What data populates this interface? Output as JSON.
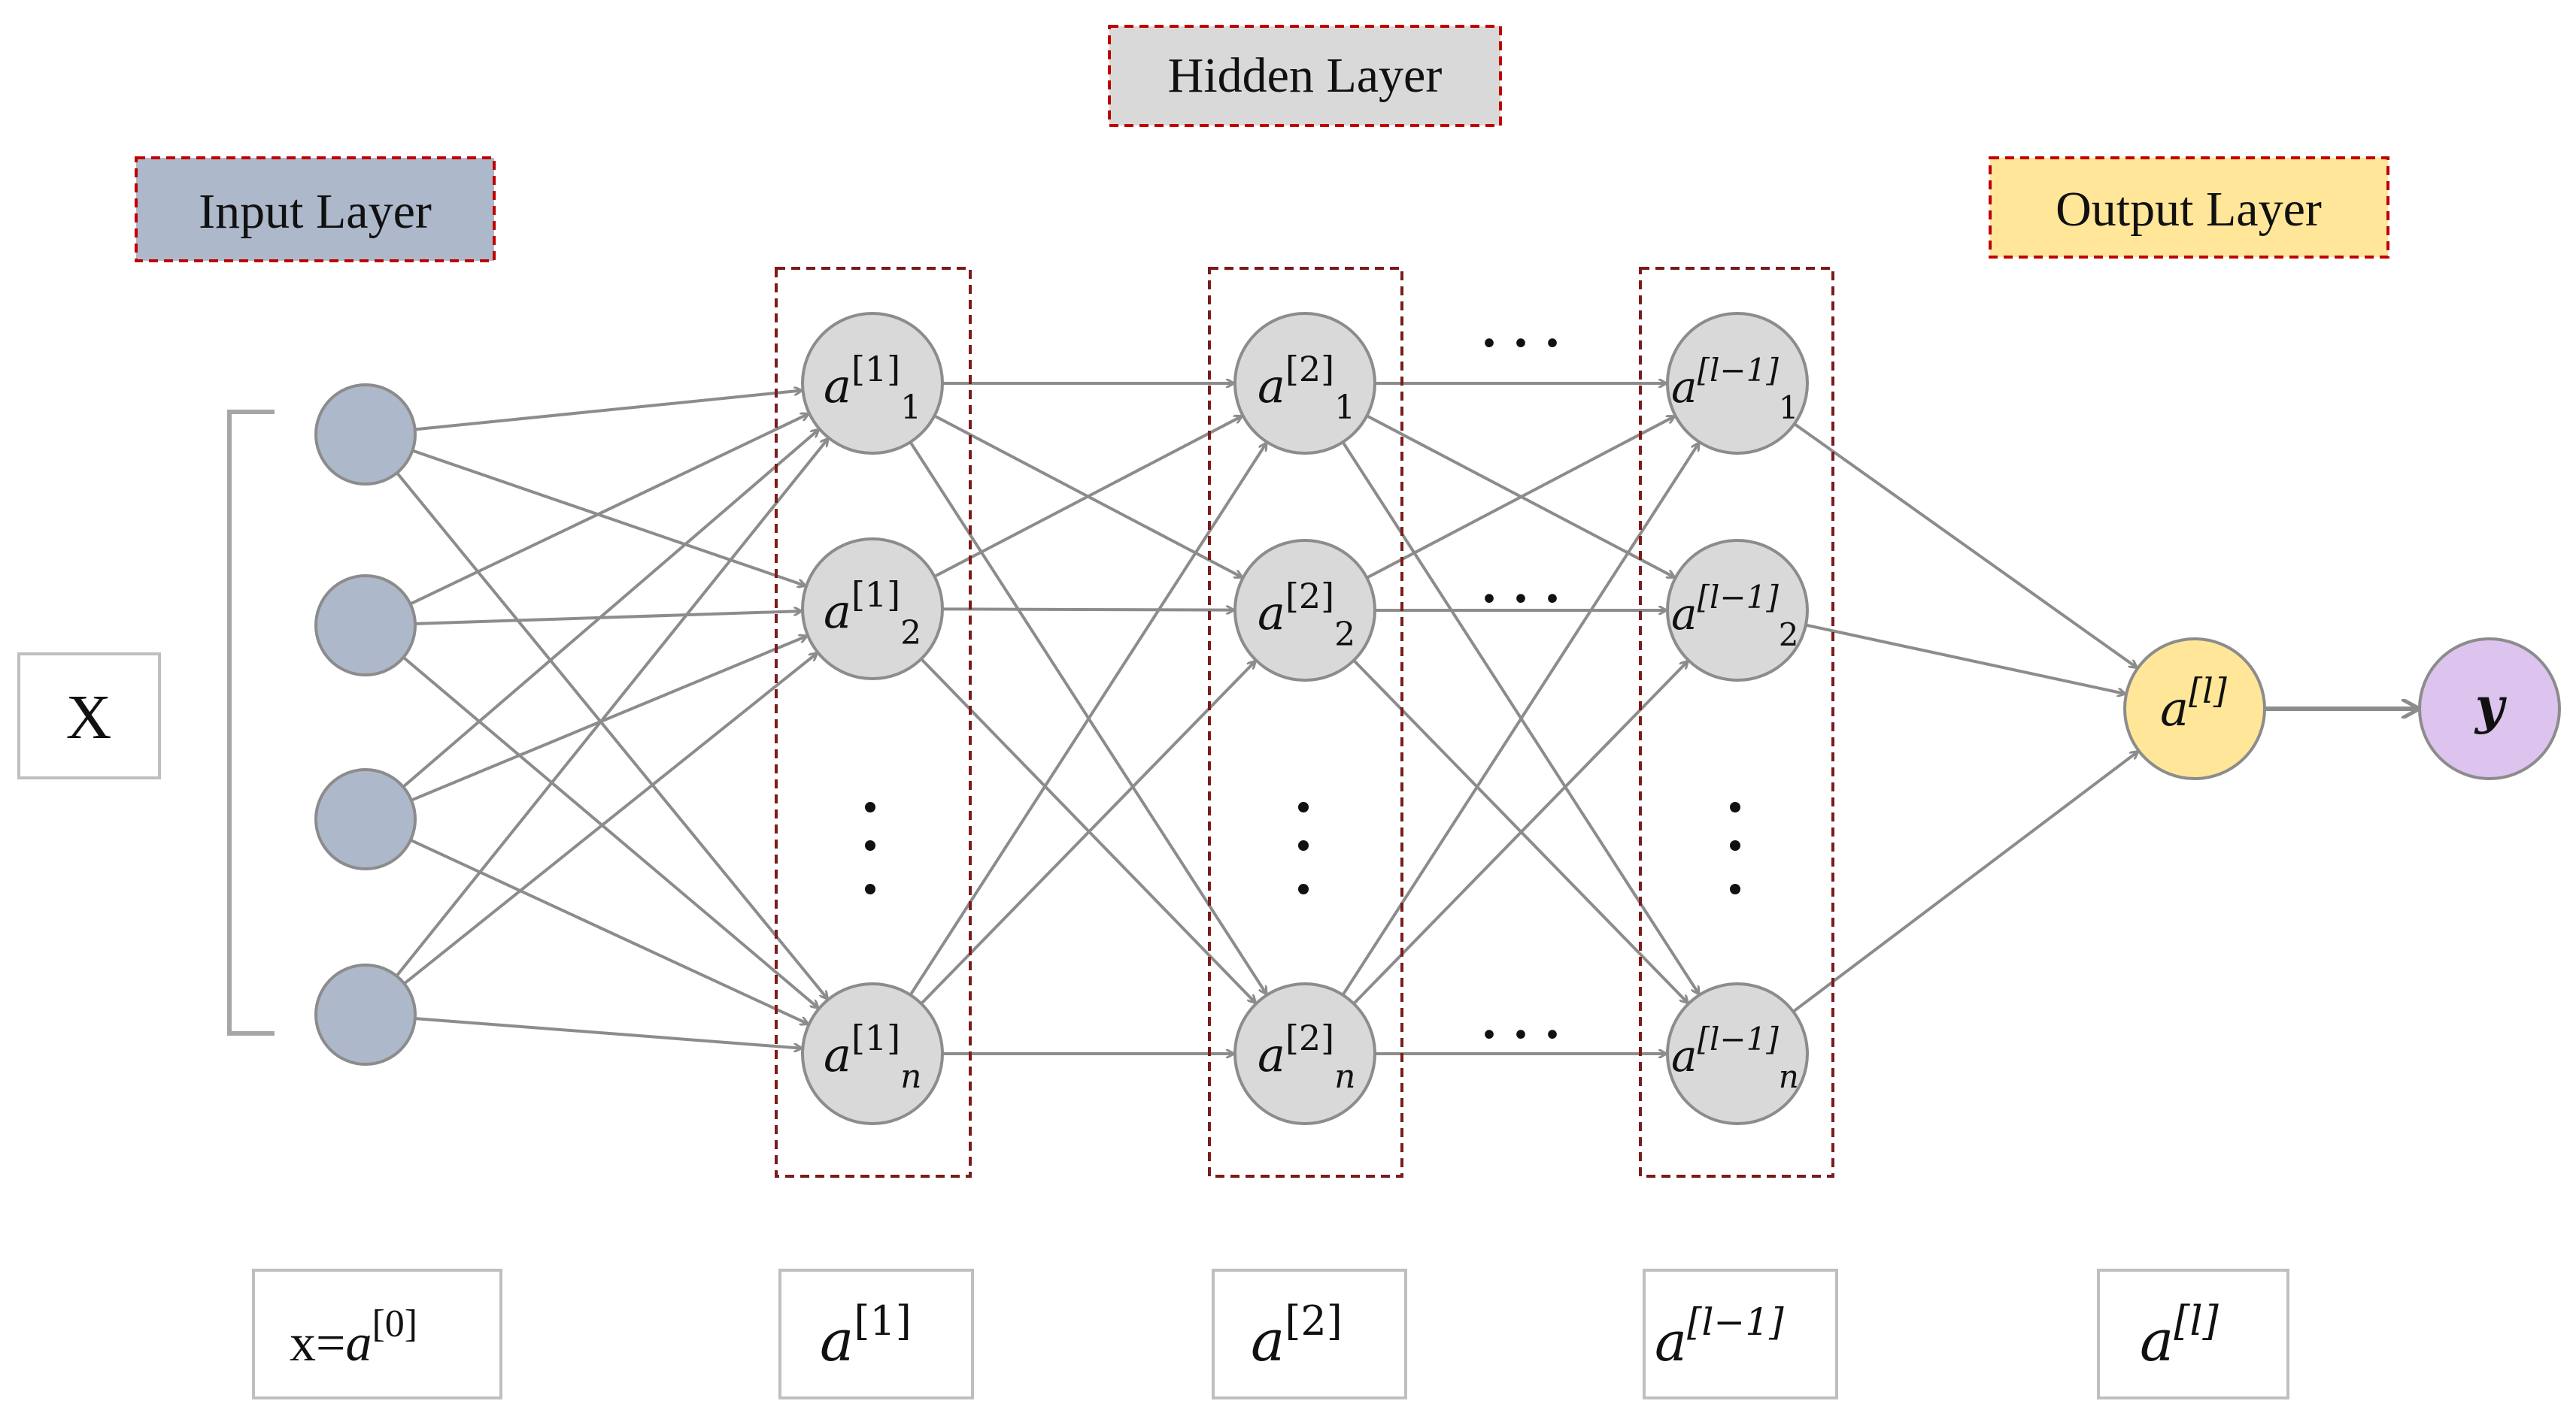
{
  "labels": {
    "hidden_layer": "Hidden Layer",
    "input_layer": "Input Layer",
    "output_layer": "Output Layer",
    "x_box": "X",
    "node_a_1_1": "a",
    "node_a_1_1_sup": "[1]",
    "node_a_1_1_sub": "1",
    "node_a_1_2": "a",
    "node_a_1_2_sup": "[1]",
    "node_a_1_2_sub": "2",
    "node_a_1_n": "a",
    "node_a_1_n_sup": "[1]",
    "node_a_1_n_sub": "n",
    "node_a_2_1": "a",
    "node_a_2_1_sup": "[2]",
    "node_a_2_1_sub": "1",
    "node_a_2_2": "a",
    "node_a_2_2_sup": "[2]",
    "node_a_2_2_sub": "2",
    "node_a_2_n": "a",
    "node_a_2_n_sup": "[2]",
    "node_a_2_n_sub": "n",
    "node_a_l1_1": "a",
    "node_a_l1_1_sup": "[l−1]",
    "node_a_l1_1_sub": "1",
    "node_a_l1_2": "a",
    "node_a_l1_2_sup": "[l−1]",
    "node_a_l1_2_sub": "2",
    "node_a_l1_n": "a",
    "node_a_l1_n_sup": "[l−1]",
    "node_a_l1_n_sub": "n",
    "node_out": "a",
    "node_out_sup": "[l]",
    "node_y": "y",
    "bottom_0_prefix": "x=",
    "bottom_0": "a",
    "bottom_0_sup": "[0]",
    "bottom_1": "a",
    "bottom_1_sup": "[1]",
    "bottom_2": "a",
    "bottom_2_sup": "[2]",
    "bottom_3": "a",
    "bottom_3_sup": "[l−1]",
    "bottom_4": "a",
    "bottom_4_sup": "[l]",
    "ellipsis_h": "· · ·",
    "ellipsis_v_dot": "·"
  },
  "colors": {
    "input_node": "#adb9ca",
    "hidden_node": "#d9d9d9",
    "output_node": "#ffe699",
    "y_node": "#dcc4ee",
    "edge": "#8c8c8c",
    "dashed_border": "#c00000",
    "layer_box_border": "#7b1c1c",
    "input_label_bg": "#adb9ca",
    "hidden_label_bg": "#d9d9d9",
    "output_label_bg": "#ffe699"
  }
}
